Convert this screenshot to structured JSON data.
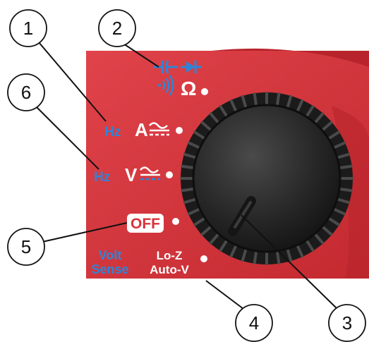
{
  "colors": {
    "body_red": "#d8323a",
    "body_red_dark": "#a81f26",
    "symbol_blue": "#2b86d9",
    "knob_dark": "#1f1f1f",
    "off_badge": "#ffffff",
    "off_text": "#d8323a"
  },
  "callouts": [
    "1",
    "2",
    "3",
    "4",
    "5",
    "6"
  ],
  "dial_labels": {
    "ohm": "Ω",
    "continuity_icon": "continuity-icon",
    "capacitance_diode_icon": "capacitor-diode-icon",
    "hz_amps": "Hz",
    "amps": "A",
    "hz_volts": "Hz",
    "volts": "V",
    "off": "OFF",
    "volt_sense_1": "Volt",
    "volt_sense_2": "Sense",
    "loz_1": "Lo-Z",
    "loz_2": "Auto-V"
  }
}
